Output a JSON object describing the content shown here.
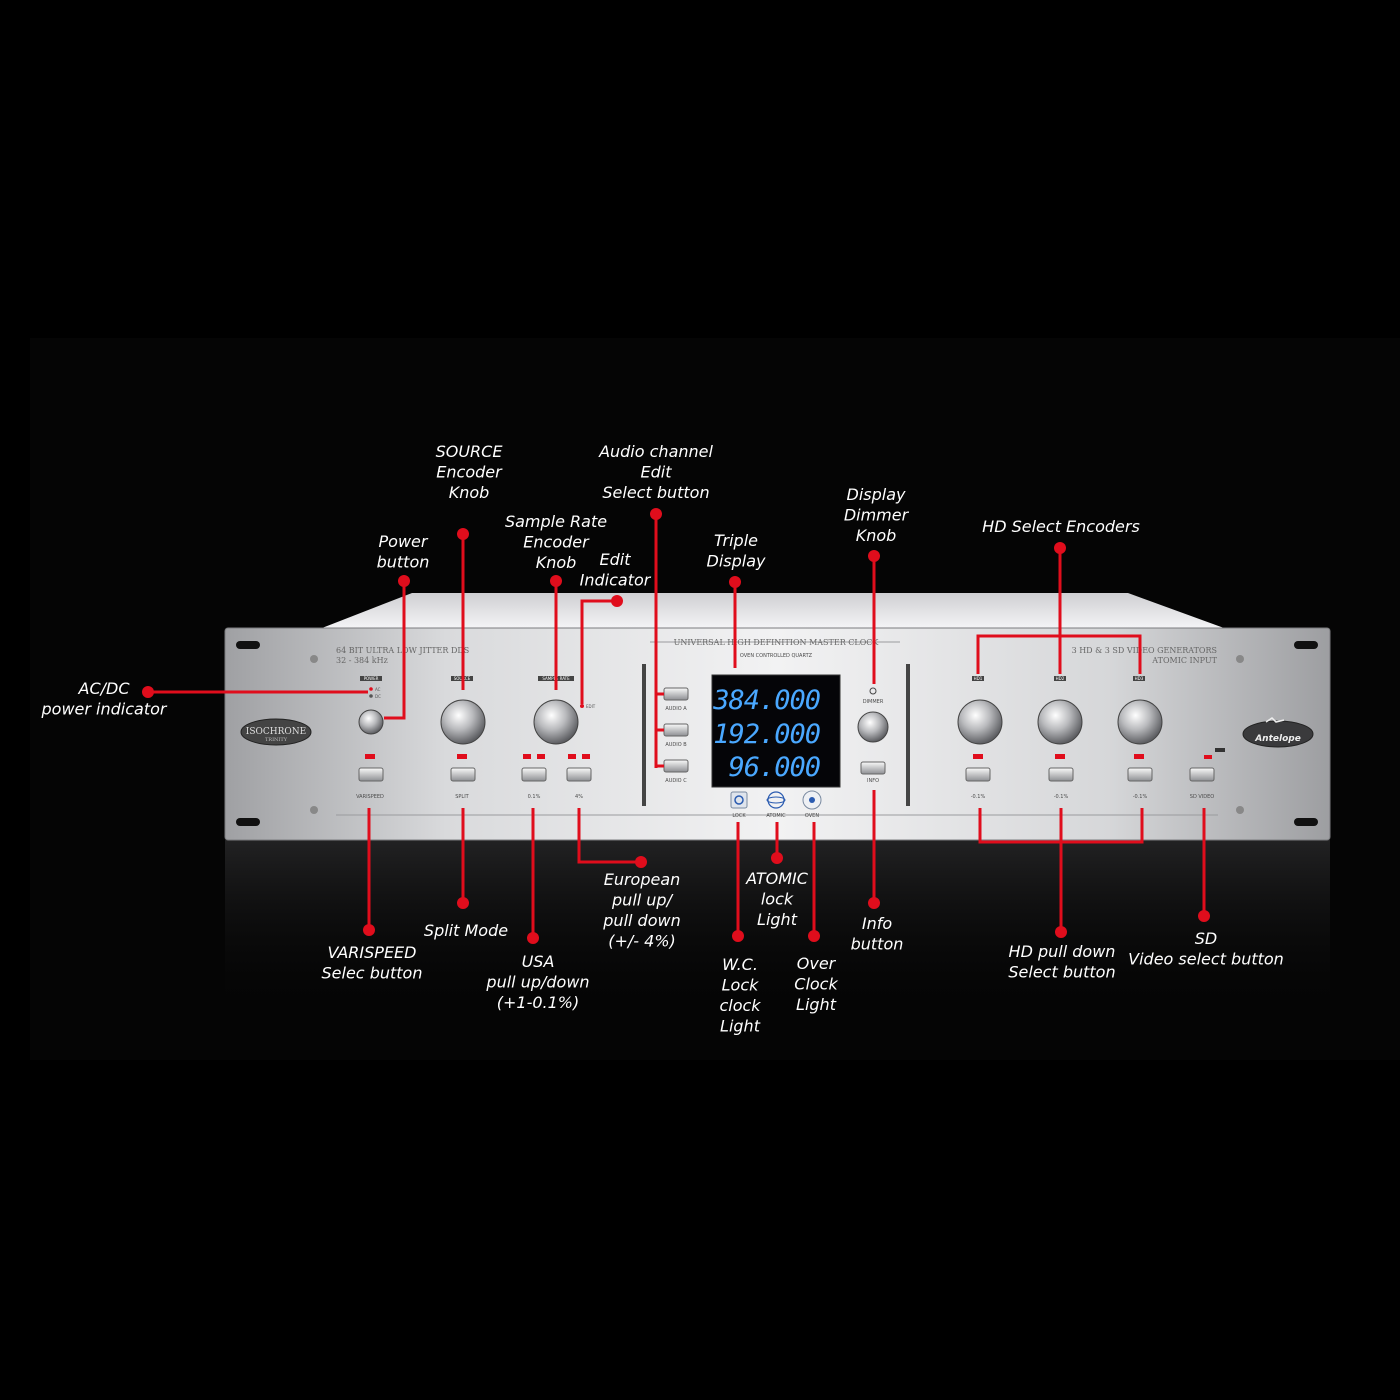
{
  "device": {
    "left_text_line1": "64 BIT ULTRA LOW JITTER DDS",
    "left_text_line2": "32 - 384 kHz",
    "center_title": "UNIVERSAL HIGH DEFINITION MASTER CLOCK",
    "center_subtitle": "OVEN CONTROLLED QUARTZ",
    "right_text_line1": "3 HD & 3 SD VIDEO GENERATORS",
    "right_text_line2": "ATOMIC INPUT",
    "brand_badge_line1": "ISOCHRONE",
    "brand_badge_line2": "TRINITY",
    "logo_text": "Antelope",
    "display_values": [
      "384.000",
      "192.000",
      "96.000"
    ],
    "panel_labels": {
      "power": "POWER",
      "ac": "AC",
      "dc": "DC",
      "source": "SOURCE",
      "sample_rate": "SAMPLE RATE",
      "edit": "EDIT",
      "audio_a": "AUDIO A",
      "audio_b": "AUDIO B",
      "audio_c": "AUDIO C",
      "dimmer": "DIMMER",
      "info": "INFO",
      "varispeed": "VARISPEED",
      "split": "SPLIT",
      "pull_small": "0.1%",
      "pull_large": "4%",
      "lock": "LOCK",
      "atomic": "ATOMIC",
      "oven": "OVEN",
      "hd1": "HD1",
      "hd2": "HD2",
      "hd3": "HD3",
      "hd_pull": "-0.1%",
      "sd_video": "SD VIDEO"
    },
    "colors": {
      "callout": "#e00d1c",
      "display_digits": "#4aa8ff",
      "background": "#000000"
    }
  },
  "callouts": {
    "source_knob": [
      "SOURCE",
      "Encoder",
      "Knob"
    ],
    "audio_channel": [
      "Audio channel",
      "Edit",
      "Select button"
    ],
    "sample_rate": [
      "Sample Rate",
      "Encoder",
      "Knob"
    ],
    "edit_indicator": [
      "Edit",
      "Indicator"
    ],
    "triple_display": [
      "Triple",
      "Display"
    ],
    "dimmer_knob": [
      "Display",
      "Dimmer",
      "Knob"
    ],
    "hd_select_encoders": [
      "HD Select Encoders"
    ],
    "power_button": [
      "Power",
      "button"
    ],
    "ac_dc": [
      "AC/DC",
      "power indicator"
    ],
    "varispeed": [
      "VARISPEED",
      "Selec button"
    ],
    "split_mode": [
      "Split Mode"
    ],
    "usa_pull": [
      "USA",
      "pull up/down",
      "(+1-0.1%)"
    ],
    "european_pull": [
      "European",
      "pull up/",
      "pull down",
      "(+/- 4%)"
    ],
    "atomic_lock": [
      "ATOMIC",
      "lock",
      "Light"
    ],
    "wc_lock": [
      "W.C.",
      "Lock",
      "clock",
      "Light"
    ],
    "over_clock": [
      "Over",
      "Clock",
      "Light"
    ],
    "info_button": [
      "Info",
      "button"
    ],
    "hd_pull_down": [
      "HD pull down",
      "Select button"
    ],
    "sd_video": [
      "SD",
      "Video select button"
    ]
  }
}
